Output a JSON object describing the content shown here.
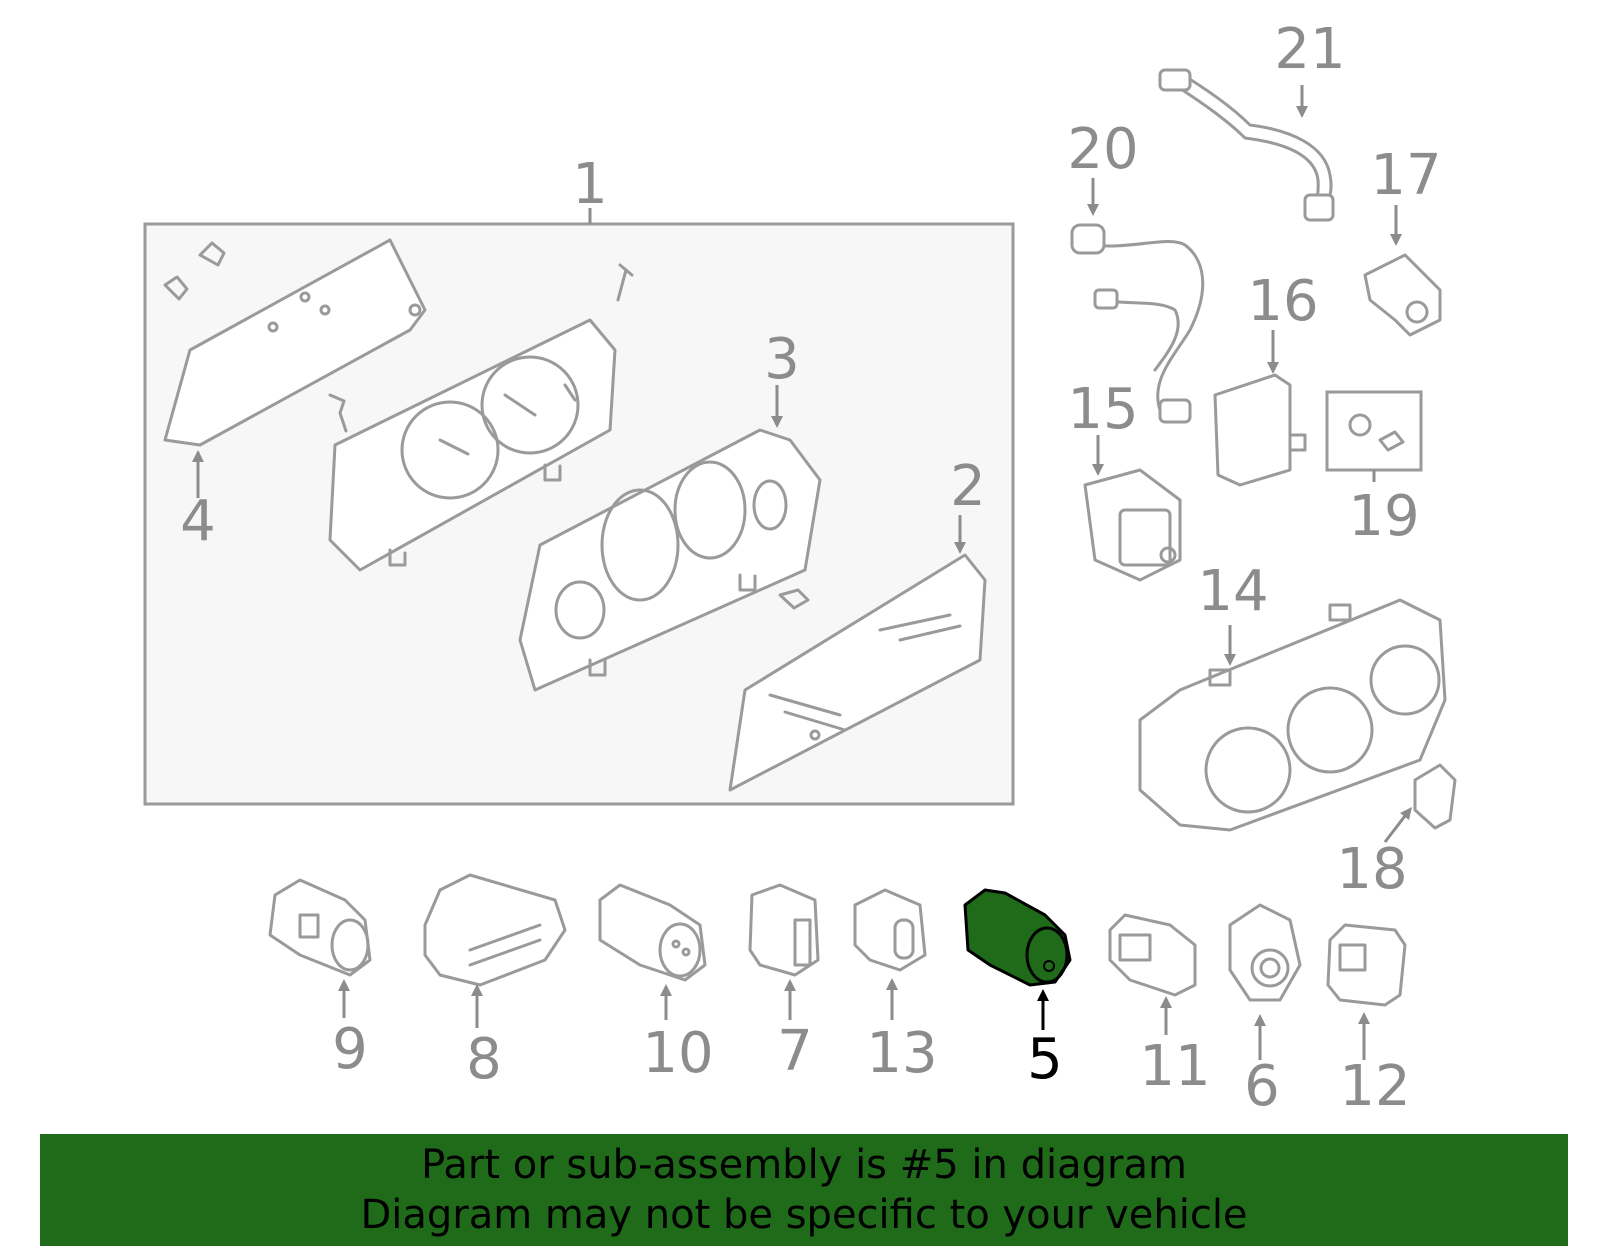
{
  "colors": {
    "banner_bg": "#1f6b1a",
    "highlight_part": "#1f6b1a",
    "line_gray": "#9a9a9a",
    "label_gray": "#8c8c8c",
    "box_fill": "#f7f7f7"
  },
  "callouts": {
    "c1": "1",
    "c2": "2",
    "c3": "3",
    "c4": "4",
    "c5": "5",
    "c6": "6",
    "c7": "7",
    "c8": "8",
    "c9": "9",
    "c10": "10",
    "c11": "11",
    "c12": "12",
    "c13": "13",
    "c14": "14",
    "c15": "15",
    "c16": "16",
    "c17": "17",
    "c18": "18",
    "c19": "19",
    "c20": "20",
    "c21": "21"
  },
  "highlighted_part": "5",
  "banner": {
    "line1": "Part or sub-assembly is #5 in diagram",
    "line2": "Diagram may not be specific to your vehicle"
  }
}
